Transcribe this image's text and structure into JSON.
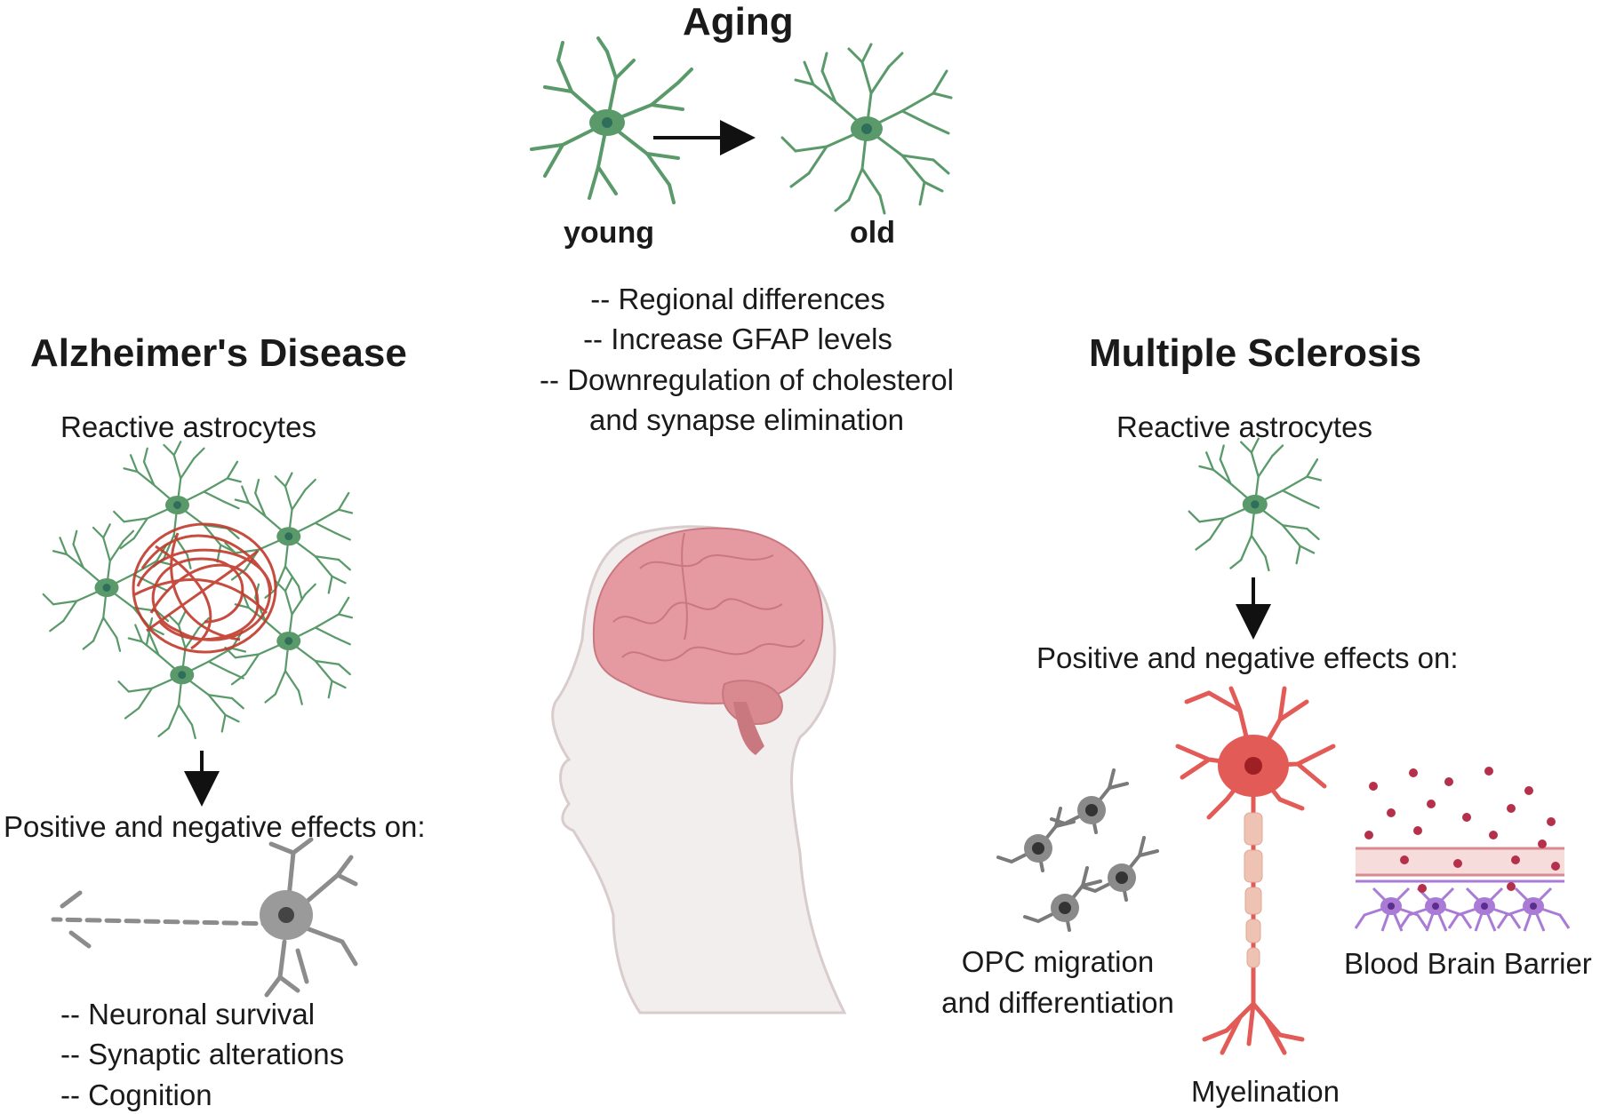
{
  "aging": {
    "title": "Aging",
    "young_label": "young",
    "old_label": "old",
    "points": [
      "-- Regional differences",
      "-- Increase GFAP levels",
      "-- Downregulation of cholesterol",
      "and synapse elimination"
    ]
  },
  "alzheimers": {
    "title": "Alzheimer's Disease",
    "cell_label": "Reactive astrocytes",
    "effects_title": "Positive and negative effects on:",
    "effects": [
      "-- Neuronal survival",
      "-- Synaptic alterations",
      "-- Cognition"
    ]
  },
  "ms": {
    "title": "Multiple Sclerosis",
    "cell_label": "Reactive astrocytes",
    "effects_title": "Positive and negative effects on:",
    "opc_label_1": "OPC migration",
    "opc_label_2": "and differentiation",
    "bbb_label": "Blood Brain Barrier",
    "myelination_label": "Myelination"
  },
  "colors": {
    "astrocyte": "#5a9a6a",
    "astro_nucleus": "#2f6e5a",
    "plaque": "#c0392b",
    "neuron_gray": "#8c8c8c",
    "neuron_red": "#e35b57",
    "brain": "#e49aa0",
    "bbb_purple": "#a97bd6",
    "dots": "#b5304a"
  },
  "icons": [
    "astrocyte-icon",
    "neuron-icon",
    "brain-head-icon",
    "opc-cell-icon",
    "blood-brain-barrier-icon",
    "arrow-icon"
  ]
}
